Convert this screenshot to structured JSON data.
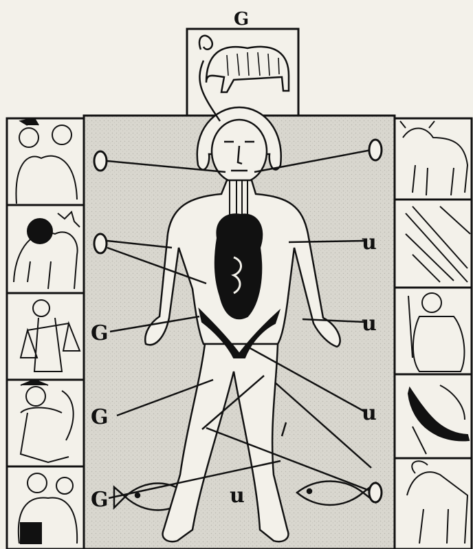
{
  "image": {
    "kind": "woodcut illustration",
    "subject": "zodiac man",
    "palette": {
      "ink": "#111111",
      "paper": "#f3f1ea",
      "panel": "#d9d7cf"
    }
  },
  "markers": {
    "top_panel": "G",
    "left_2": "G",
    "left_3": "G",
    "left_4": "G",
    "right_1": "u",
    "right_2": "u",
    "right_3": "u",
    "bottom_center": "u"
  },
  "panels": {
    "top": "ram",
    "left": [
      "twins",
      "lion",
      "scales",
      "archer",
      "water-bearer"
    ],
    "right": [
      "bull",
      "crab",
      "virgin",
      "scorpion",
      "goat"
    ],
    "bottom": [
      "fish",
      "fish"
    ]
  }
}
